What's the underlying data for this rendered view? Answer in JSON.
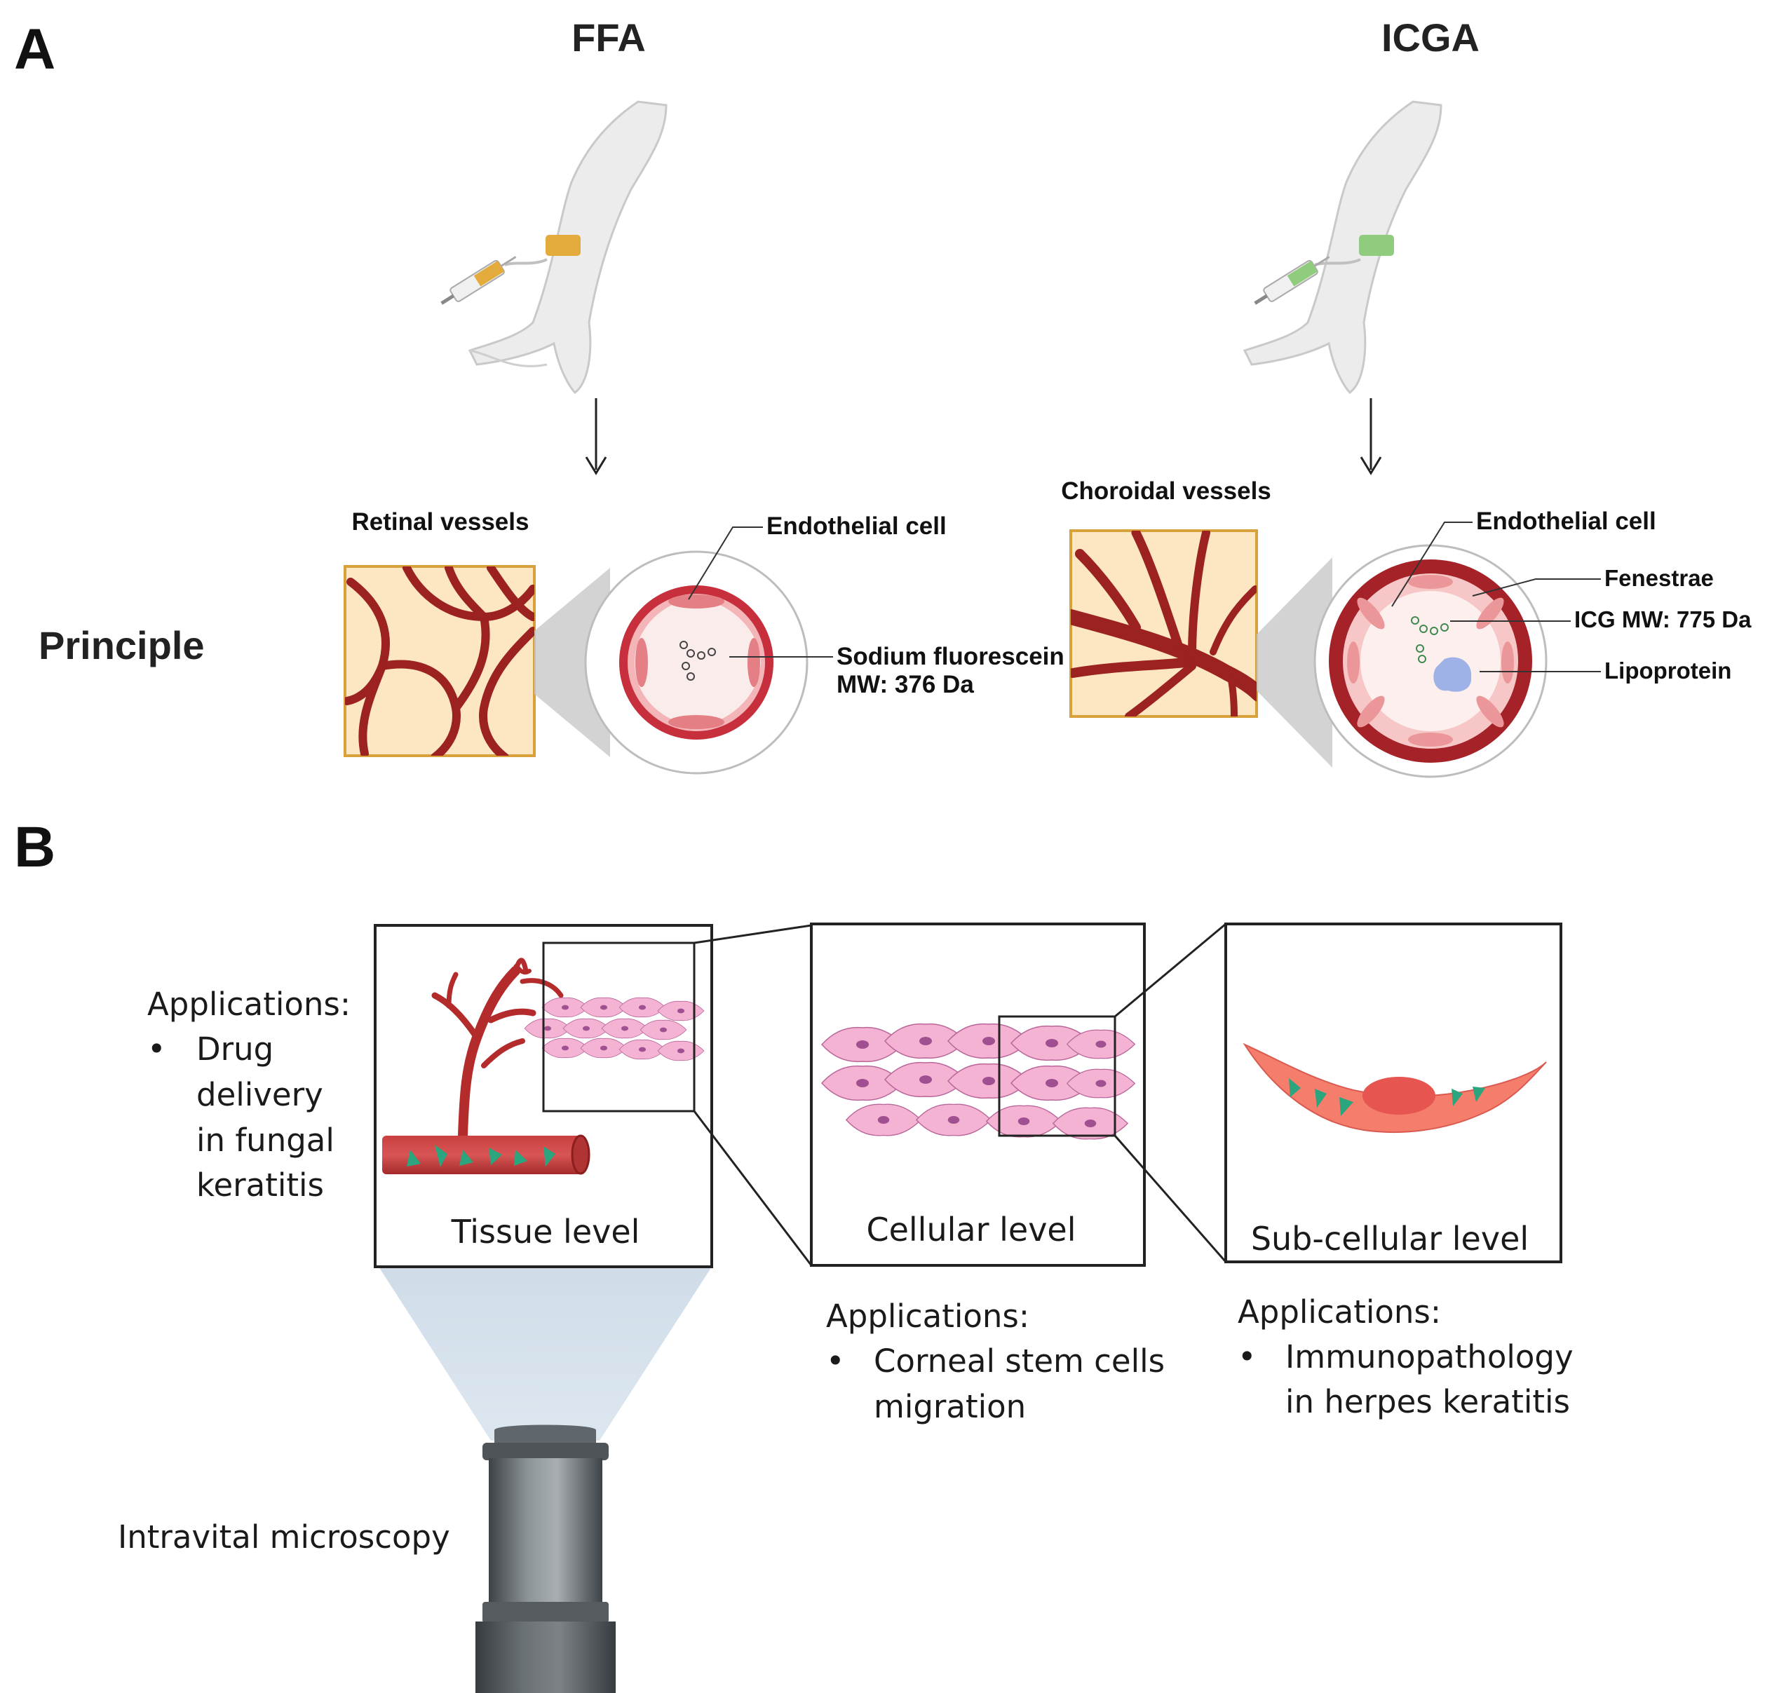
{
  "panel_a": {
    "letter": "A",
    "ffa_title": "FFA",
    "icga_title": "ICGA",
    "row_label": "Principle",
    "retinal_label": "Retinal vessels",
    "choroidal_label": "Choroidal vessels",
    "ffa_endothelial": "Endothelial cell",
    "ffa_dye_line1": "Sodium fluorescein",
    "ffa_dye_line2": "MW: 376 Da",
    "icga_endothelial": "Endothelial cell",
    "fenestrae": "Fenestrae",
    "icg_mw": "ICG MW: 775 Da",
    "lipoprotein": "Lipoprotein"
  },
  "panel_b": {
    "letter": "B",
    "tissue": {
      "title": "Tissue level",
      "apps_heading": "Applications:",
      "bullet": "•",
      "lines": [
        "Drug",
        "delivery",
        "in fungal",
        "keratitis"
      ]
    },
    "cellular": {
      "title": "Cellular level",
      "apps_heading": "Applications:",
      "bullet": "•",
      "lines": [
        "Corneal stem cells",
        "migration"
      ]
    },
    "subcellular": {
      "title": "Sub-cellular level",
      "apps_heading": "Applications:",
      "bullet": "•",
      "lines": [
        "Immunopathology",
        "in herpes keratitis"
      ]
    },
    "microscope_label": "Intravital microscopy"
  },
  "colors": {
    "vessel": "#9c2121",
    "tissue_bg": "#fde6c2",
    "tissue_border": "#d9a13c",
    "ffa_accent": "#e3ab3c",
    "icga_accent": "#8fcc7e",
    "cell_pink": "#f2a9cd",
    "cell_nucleus": "#a04f90",
    "subcell_body": "#f47d6c",
    "subcell_nucleus": "#e65550",
    "particle": "#2aa57d",
    "beam": "#d0dde9"
  }
}
